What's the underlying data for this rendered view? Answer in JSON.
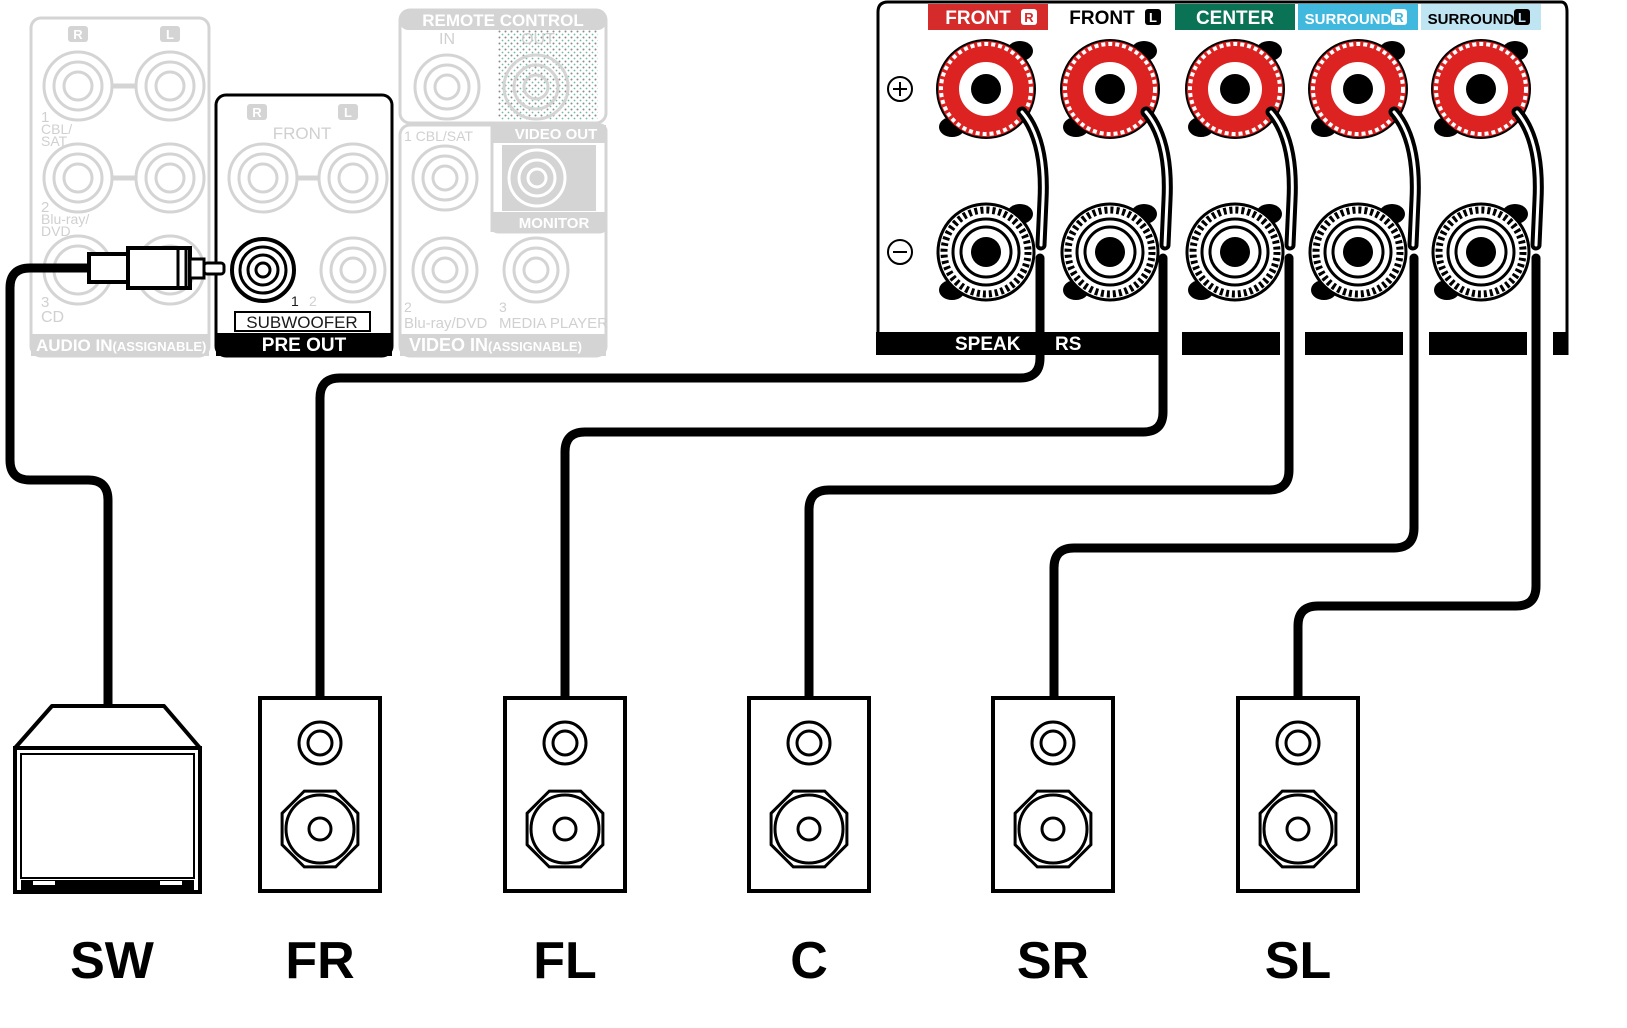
{
  "audio_in": {
    "r": "R",
    "l": "L",
    "in1_num": "1",
    "in1_line1": "CBL/",
    "in1_line2": "SAT",
    "in2_num": "2",
    "in2_line1": "Blu-ray/",
    "in2_line2": "DVD",
    "in3_num": "3",
    "in3_line1": "CD",
    "footer_main": "AUDIO IN",
    "footer_sub": "(ASSIGNABLE)"
  },
  "pre_out": {
    "r": "R",
    "l": "L",
    "front": "FRONT",
    "sub1": "1",
    "sub2": "2",
    "subwoofer": "SUBWOOFER",
    "footer": "PRE OUT"
  },
  "remote_control": {
    "title": "REMOTE CONTROL",
    "in": "IN",
    "out": "OUT"
  },
  "video": {
    "in1": "1 CBL/SAT",
    "video_out": "VIDEO OUT",
    "monitor": "MONITOR",
    "in2_num": "2",
    "in2_label": "Blu-ray/DVD",
    "in3_num": "3",
    "in3_label": "MEDIA PLAYER",
    "footer_main": "VIDEO IN",
    "footer_sub": "(ASSIGNABLE)"
  },
  "speakers_panel": {
    "footer_a": "SPEAK",
    "footer_b": "RS",
    "plus": "+",
    "minus": "−",
    "channels": [
      {
        "label": "FRONT",
        "side": "R",
        "bg": "#d52b2b",
        "fg": "#ffffff",
        "badge_fg": "#d52b2b",
        "size": 19
      },
      {
        "label": "FRONT",
        "side": "L",
        "bg": "#ffffff",
        "fg": "#000000",
        "badge_fg": "#ffffff",
        "size": 19
      },
      {
        "label": "CENTER",
        "side": "",
        "bg": "#0a7355",
        "fg": "#ffffff",
        "badge_fg": "",
        "size": 19
      },
      {
        "label": "SURROUND",
        "side": "R",
        "bg": "#41b8de",
        "fg": "#ffffff",
        "badge_fg": "#41b8de",
        "size": 15
      },
      {
        "label": "SURROUND",
        "side": "L",
        "bg": "#bfe4f2",
        "fg": "#000000",
        "badge_fg": "#bfe4f2",
        "size": 15
      }
    ]
  },
  "speakers": [
    "SW",
    "FR",
    "FL",
    "C",
    "SR",
    "SL"
  ],
  "colors": {
    "terminal_red": "#dd2222",
    "faint": "#d0d0d0",
    "black": "#000000"
  }
}
